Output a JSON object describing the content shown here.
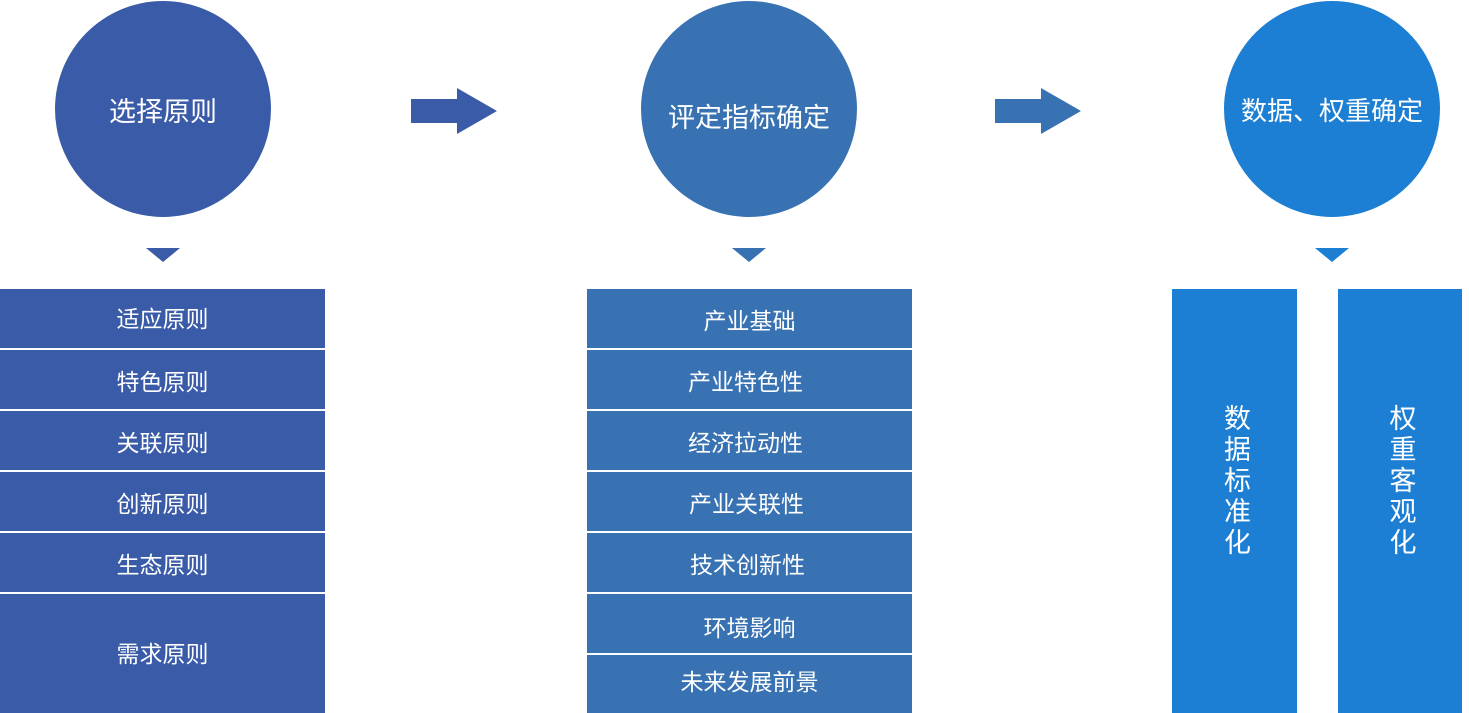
{
  "colors": {
    "stage1": "#3A5BA8",
    "stage2": "#3872B2",
    "stage3": "#1C7FD3",
    "divider": "#ffffff"
  },
  "stages": [
    {
      "title": "选择原则",
      "items": [
        "适应原则",
        "特色原则",
        "关联原则",
        "创新原则",
        "生态原则",
        "需求原则"
      ]
    },
    {
      "title": "评定指标确定",
      "items": [
        "产业基础",
        "产业特色性",
        "经济拉动性",
        "产业关联性",
        "技术创新性",
        "环境影响",
        "未来发展前景"
      ]
    },
    {
      "title": "数据、权重确定",
      "bars": [
        "数据标准化",
        "权重客观化"
      ]
    }
  ]
}
